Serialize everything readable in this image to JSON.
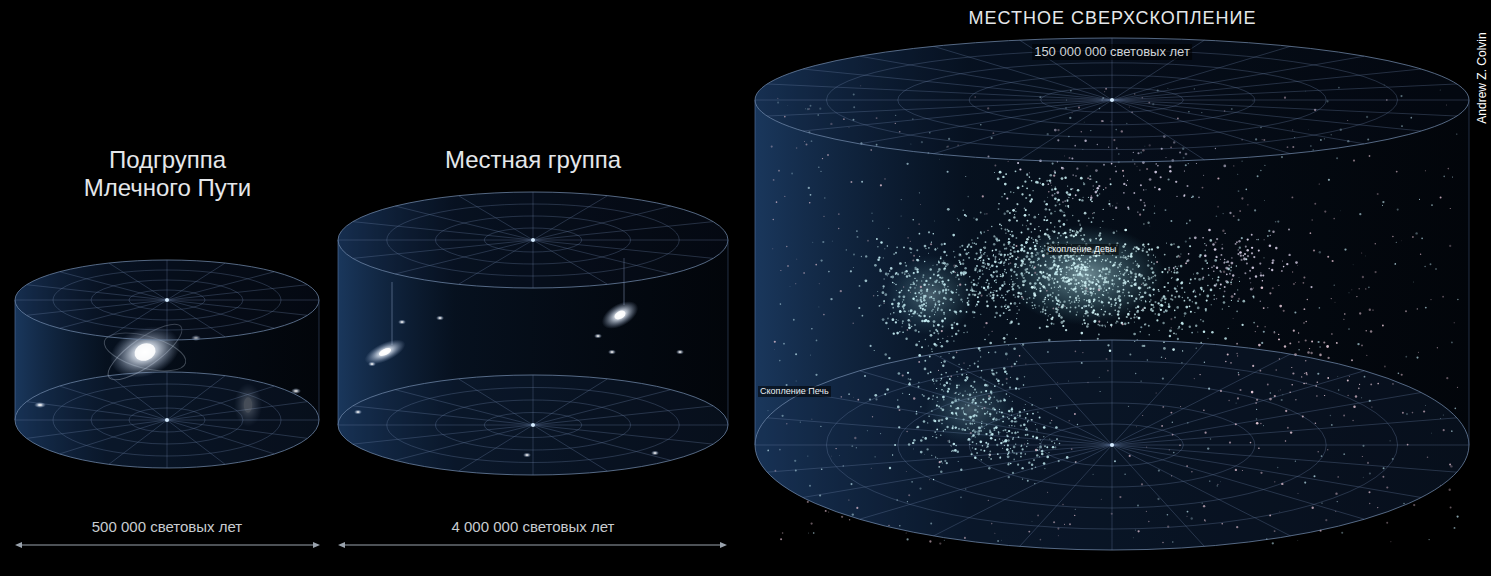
{
  "diagram": {
    "nodes": [
      {
        "text": [
          "Подгруппа Млечного Пути"
        ]
      },
      {
        "text": [
          "Местная группа"
        ]
      },
      {
        "text": [
          "МЕСТНОЕ СВЕРХСКОПЛЕНИЕ"
        ]
      }
    ],
    "labels": [
      "500 000 световых лет",
      "4 000 000 световых лет",
      "150 000 000 световых лет",
      "скопление Девы",
      "Скопление Печь",
      "Andrew Z. Colvin"
    ]
  }
}
